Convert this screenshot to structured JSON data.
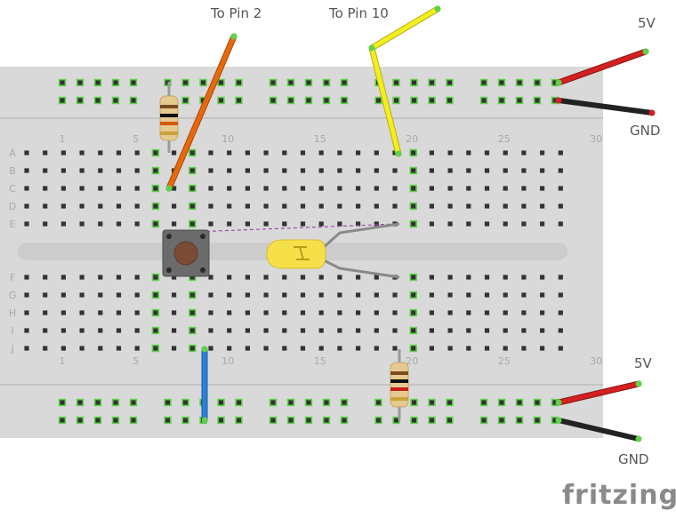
{
  "labels": {
    "pin2": "To Pin 2",
    "pin10": "To Pin 10",
    "top_5v": "5V",
    "top_gnd": "GND",
    "bottom_5v": "5V",
    "bottom_gnd": "GND",
    "brand": "fritzing"
  },
  "breadboard": {
    "row_letters_top": [
      "A",
      "B",
      "C",
      "D",
      "E"
    ],
    "row_letters_bottom": [
      "F",
      "G",
      "H",
      "I",
      "J"
    ],
    "column_numbers": [
      "1",
      "5",
      "10",
      "15",
      "20",
      "25",
      "30"
    ]
  },
  "components": {
    "pushbutton": "pushbutton",
    "led": "yellow LED",
    "resistor_top": "resistor",
    "resistor_bottom": "resistor"
  },
  "colors": {
    "board": "#d9d9d9",
    "wire_orange": "#e8680c",
    "wire_yellow": "#f2ee1f",
    "wire_red": "#d42020",
    "wire_black": "#222222",
    "wire_blue": "#2d7fd8",
    "led": "#f6e04a",
    "highlight": "#5fd14a"
  }
}
